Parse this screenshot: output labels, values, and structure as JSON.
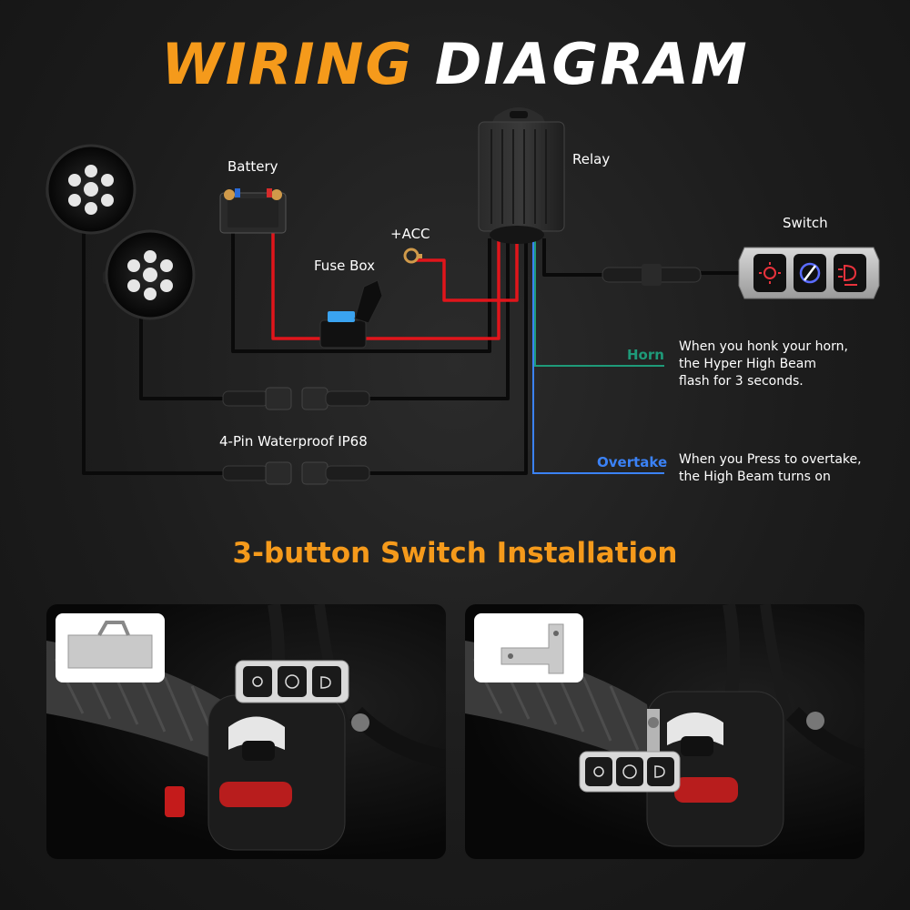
{
  "title": {
    "accent": "WIRING",
    "main": "DIAGRAM"
  },
  "labels": {
    "battery": "Battery",
    "relay": "Relay",
    "switch": "Switch",
    "acc": "+ACC",
    "fuse_box": "Fuse Box",
    "connector": "4-Pin Waterproof IP68",
    "horn": "Horn",
    "overtake": "Overtake"
  },
  "notes": {
    "horn_line1": "When you honk your horn,",
    "horn_line2": "the Hyper High Beam",
    "horn_line3": "flash for 3 seconds.",
    "overtake_line1": "When you Press to overtake,",
    "overtake_line2": "the High Beam turns on"
  },
  "subtitle": "3-button Switch Installation",
  "colors": {
    "accent": "#f59a1b",
    "wire_red": "#e0151b",
    "wire_black": "#0c0c0c",
    "horn_wire": "#1e9a79",
    "overtake_wire": "#3b82f6",
    "switch_red": "#e8323c",
    "switch_blue": "#5a6cff"
  },
  "icons": [
    "light-icon",
    "high-beam-icon",
    "fog-light-icon"
  ]
}
